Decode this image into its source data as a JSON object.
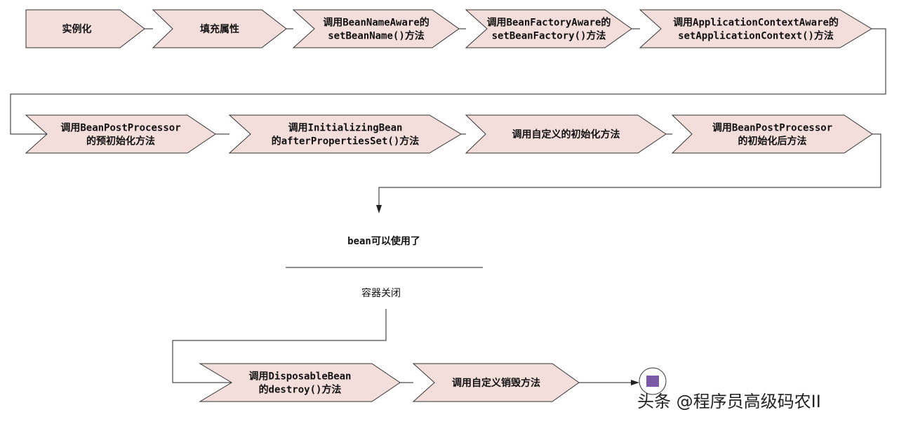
{
  "colors": {
    "shape_fill": "#f3dedb",
    "shape_stroke": "#333333",
    "line": "#222222",
    "end_marker_fill": "#7a5aa6"
  },
  "row1": [
    {
      "lines": [
        "实例化"
      ]
    },
    {
      "lines": [
        "填充属性"
      ]
    },
    {
      "lines": [
        "调用BeanNameAware的",
        "setBeanName()方法"
      ]
    },
    {
      "lines": [
        "调用BeanFactoryAware的",
        "setBeanFactory()方法"
      ]
    },
    {
      "lines": [
        "调用ApplicationContextAware的",
        "setApplicationContext()方法"
      ]
    }
  ],
  "row2": [
    {
      "lines": [
        "调用BeanPostProcessor",
        "的预初始化方法"
      ]
    },
    {
      "lines": [
        "调用InitializingBean",
        "的afterPropertiesSet()方法"
      ]
    },
    {
      "lines": [
        "调用自定义的初始化方法"
      ]
    },
    {
      "lines": [
        "调用BeanPostProcessor",
        "的初始化后方法"
      ]
    }
  ],
  "ready_text": "bean可以使用了",
  "close_text": "容器关闭",
  "row3": [
    {
      "lines": [
        "调用DisposableBean",
        "的destroy()方法"
      ]
    },
    {
      "lines": [
        "调用自定义销毁方法"
      ]
    }
  ],
  "end_icon": "end-stop-icon",
  "watermark": "头条 @程序员高级码农II"
}
